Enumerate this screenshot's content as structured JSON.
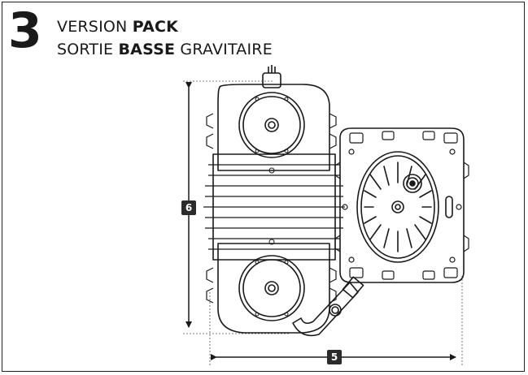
{
  "header": {
    "number": "3",
    "line1_normal": "VERSION ",
    "line1_bold": "PACK",
    "line2_normal_a": "SORTIE ",
    "line2_bold": "BASSE",
    "line2_normal_b": " GRAVITAIRE"
  },
  "dimensions": {
    "height_label": "6",
    "width_label": "5"
  },
  "colors": {
    "ink": "#1a1a1a",
    "badge": "#2b2b2b"
  }
}
